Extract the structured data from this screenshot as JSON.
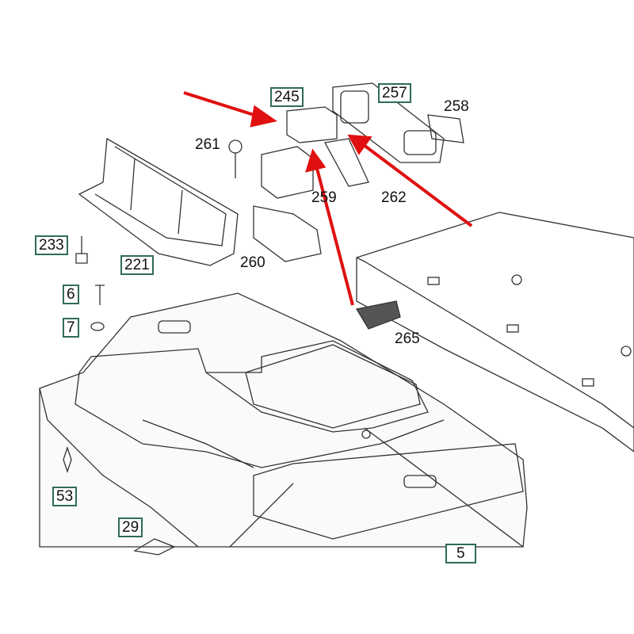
{
  "diagram": {
    "callouts": {
      "c245": "245",
      "c257": "257",
      "c258": "258",
      "c261": "261",
      "c259": "259",
      "c262": "262",
      "c233": "233",
      "c221": "221",
      "c260": "260",
      "c6": "6",
      "c7": "7",
      "c265": "265",
      "c53": "53",
      "c29": "29",
      "c5": "5"
    },
    "colors": {
      "arrow": "#e01010",
      "box_border": "#2f6b5a",
      "line": "#333333"
    }
  }
}
